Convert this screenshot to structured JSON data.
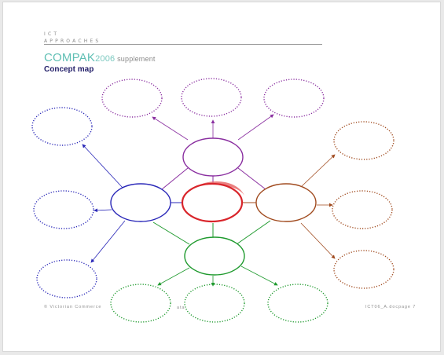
{
  "header": {
    "line1": "ICT",
    "line2": "APPROACHES",
    "brand_main": "COMPAK",
    "brand_year": "2006",
    "brand_sub": " supplement",
    "title": "Concept map"
  },
  "footer": {
    "left": "© Victorian Commerce",
    "middle": "ata",
    "right": "ICT06_A.docpage 7"
  },
  "colors": {
    "center": "#d9252b",
    "purple": "#8a2fa0",
    "blue": "#2a28b8",
    "brown": "#a04a1e",
    "green": "#1f9a2e"
  }
}
